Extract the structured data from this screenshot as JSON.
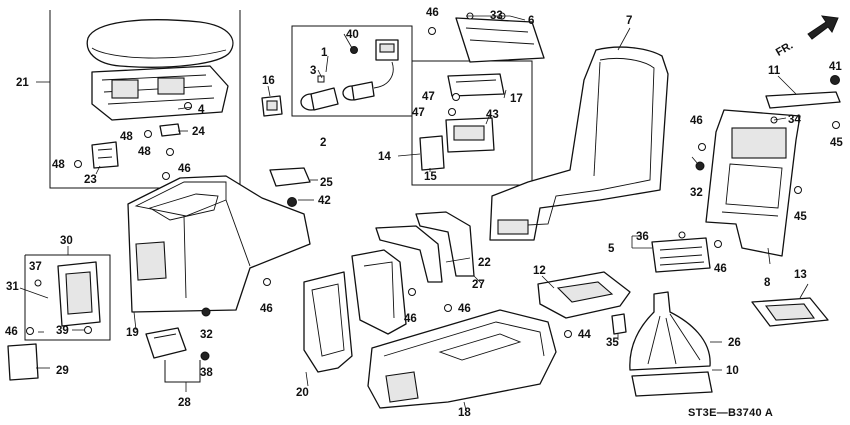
{
  "diagram": {
    "code": "ST3E—B3740 A",
    "direction_label": "FR.",
    "callouts": {
      "c1": "1",
      "c3": "3",
      "c4": "4",
      "c5": "5",
      "c6": "6",
      "c7": "7",
      "c8": "8",
      "c10": "10",
      "c11": "11",
      "c12": "12",
      "c13": "13",
      "c14": "14",
      "c15": "15",
      "c16": "16",
      "c17": "17",
      "c18": "18",
      "c19": "19",
      "c2": "2",
      "c20": "20",
      "c21": "21",
      "c22": "22",
      "c23": "23",
      "c24": "24",
      "c25": "25",
      "c26": "26",
      "c27": "27",
      "c28": "28",
      "c29": "29",
      "c30": "30",
      "c31": "31",
      "c32a": "32",
      "c32b": "32",
      "c33": "33",
      "c34": "34",
      "c35": "35",
      "c36": "36",
      "c37": "37",
      "c38": "38",
      "c39": "39",
      "c40": "40",
      "c41": "41",
      "c42": "42",
      "c43": "43",
      "c44": "44",
      "c45a": "45",
      "c45b": "45",
      "c46a": "46",
      "c46b": "46",
      "c46c": "46",
      "c46d": "46",
      "c46e": "46",
      "c46f": "46",
      "c46g": "46",
      "c46h": "46",
      "c47a": "47",
      "c47b": "47",
      "c48a": "48",
      "c48b": "48",
      "c48c": "48"
    }
  }
}
